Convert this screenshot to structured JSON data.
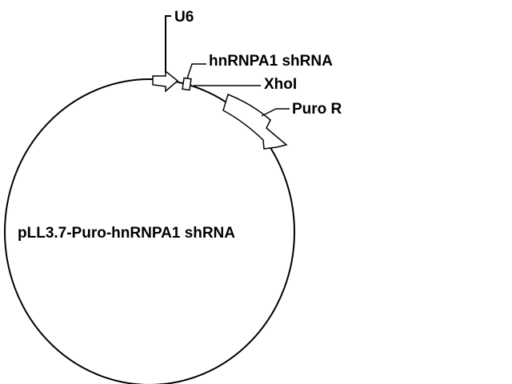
{
  "plasmid": {
    "name": "pLL3.7-Puro-hnRNPA1 shRNA"
  },
  "features": {
    "promoter": "U6",
    "shrna": "hnRNPA1 shRNA",
    "site": "XhoI",
    "resistance": "Puro R"
  },
  "colors": {
    "line": "#000000",
    "fill": "#ffffff"
  }
}
